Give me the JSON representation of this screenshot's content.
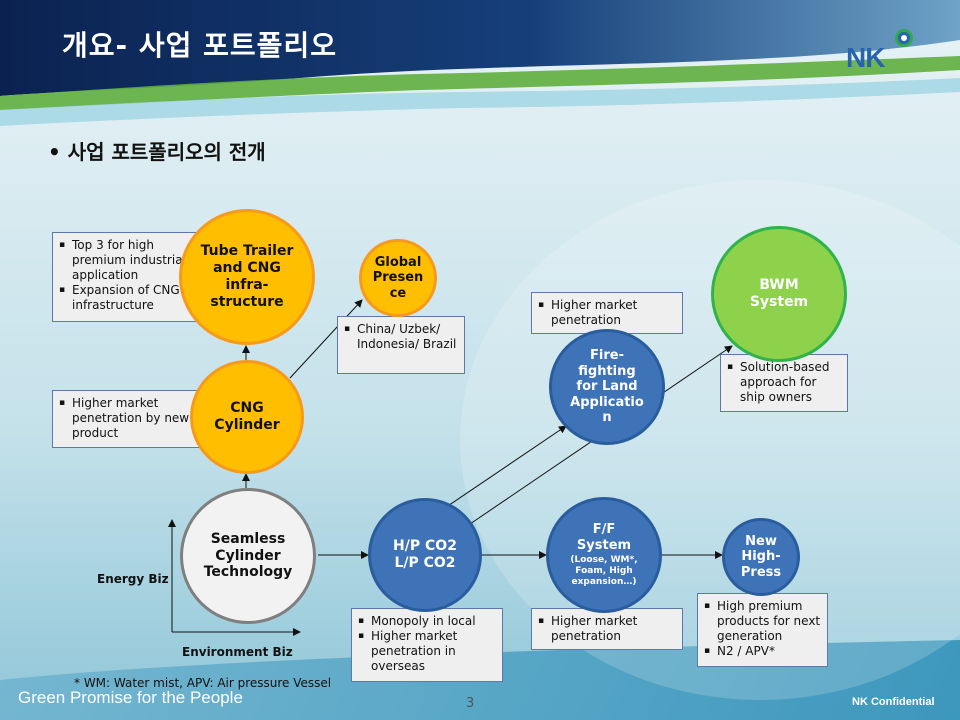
{
  "header": {
    "title": "개요- 사업 포트폴리오",
    "logo_text": "NK"
  },
  "subtitle": "• 사업 포트폴리오의 전개",
  "circles": {
    "tube_trailer": "Tube Trailer\nand CNG\ninfra-\nstructure",
    "global": "Global\nPresen\nce",
    "cng": "CNG\nCylinder",
    "seamless": "Seamless\nCylinder\nTechnology",
    "hp_co2": "H/P CO2\nL/P CO2",
    "fire_fighting": "Fire-\nfighting\nfor Land\nApplicatio\nn",
    "ff_system": "F/F\nSystem",
    "ff_system_sub": "(Loose, WM*,\nFoam, High\nexpansion…)",
    "bwm": "BWM\nSystem",
    "new_high_press": "New\nHigh-\nPress"
  },
  "boxes": {
    "tube_trailer": [
      "Top 3 for high premium industrial application",
      "Expansion of CNG infrastructure"
    ],
    "cng": [
      "Higher market penetration by new product"
    ],
    "global": [
      "China/ Uzbek/ Indonesia/ Brazil"
    ],
    "fire_fighting": [
      "Higher market penetration"
    ],
    "bwm": [
      "Solution-based approach for ship owners"
    ],
    "hp_co2": [
      "Monopoly in local",
      "Higher market penetration in overseas"
    ],
    "ff_system": [
      "Higher market penetration"
    ],
    "new_high_press": [
      "High premium products for next generation",
      "N2 / APV*"
    ]
  },
  "axes": {
    "y_label": "Energy Biz",
    "x_label": "Environment Biz"
  },
  "footnote": "* WM: Water mist, APV: Air pressure Vessel",
  "footer": {
    "slogan": "Green Promise for the People",
    "page": "3",
    "confidential": "NK Confidential"
  },
  "colors": {
    "orange": "#ffbe00",
    "blue": "#3f73b8",
    "green": "#8ed24b",
    "header_navy": "#0d2a5c"
  }
}
